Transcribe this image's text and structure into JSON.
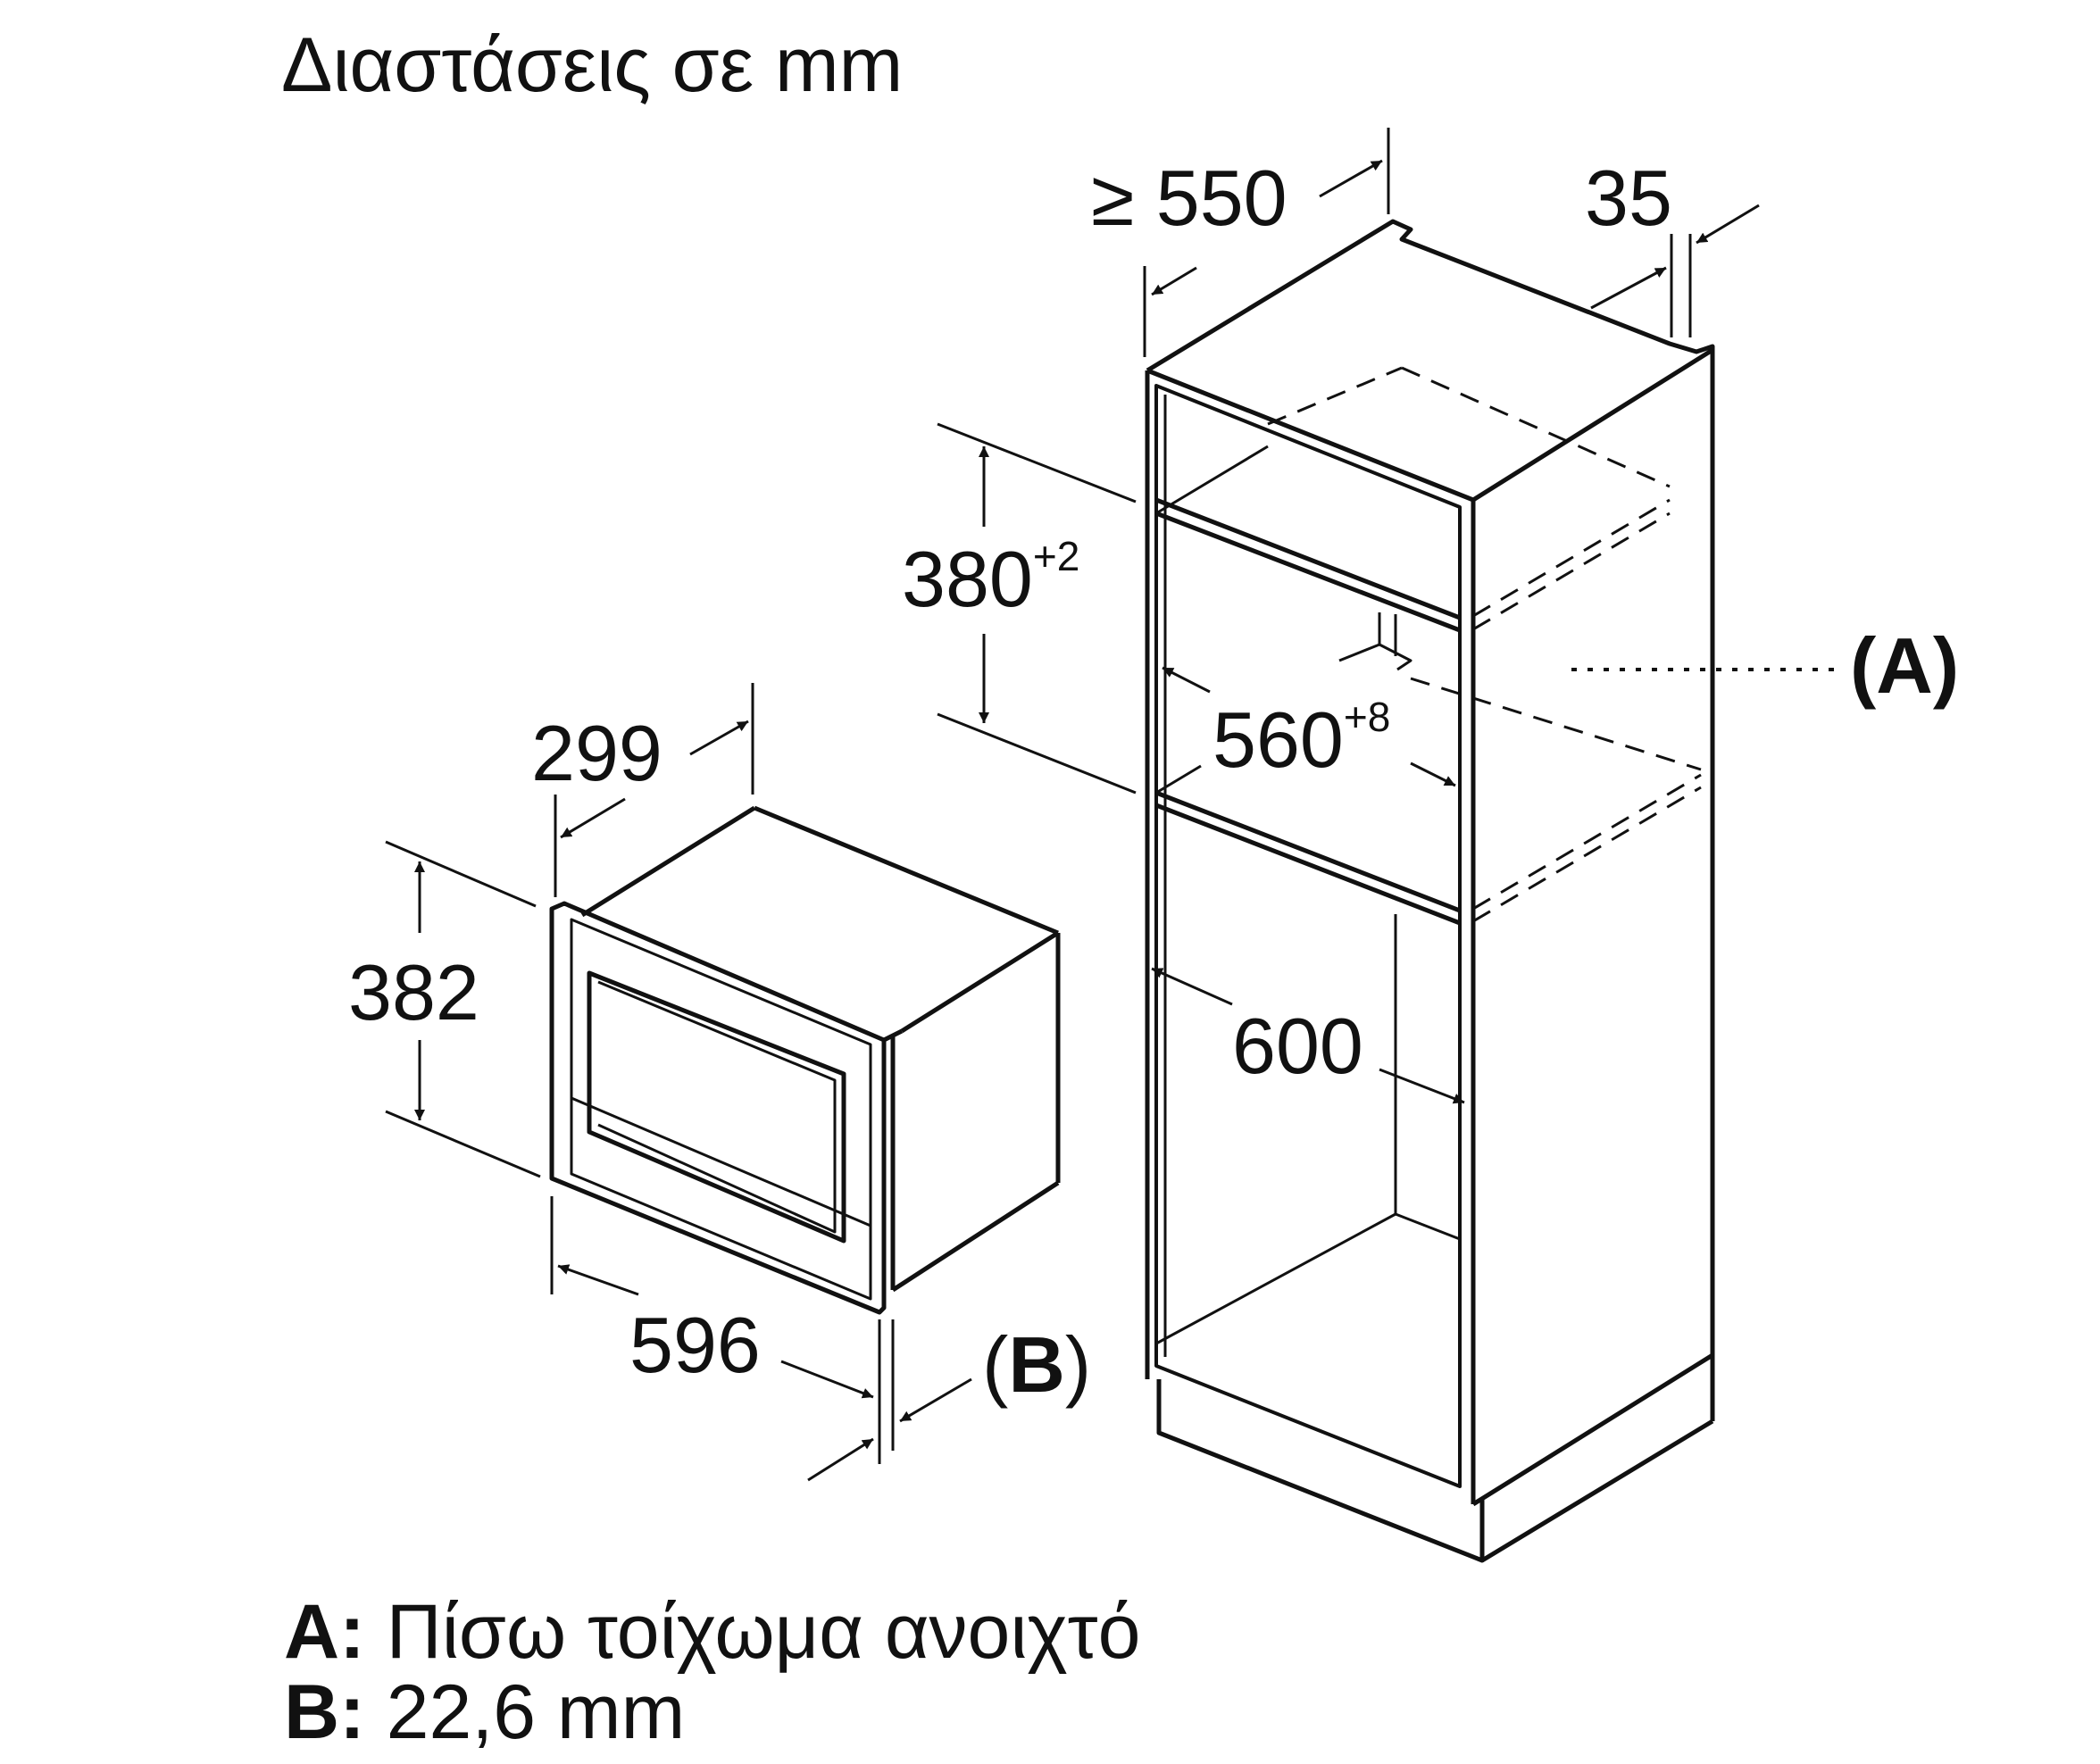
{
  "header": {
    "title": "Διαστάσεις σε mm"
  },
  "dimensions": {
    "cabinet_depth": {
      "value": "≥ 550"
    },
    "side_panel": {
      "value": "35"
    },
    "niche_height": {
      "value": "380",
      "tolerance": "+2"
    },
    "niche_width": {
      "value": "560",
      "tolerance": "+8"
    },
    "cabinet_width": {
      "value": "600"
    },
    "appliance_depth": {
      "value": "299"
    },
    "appliance_height": {
      "value": "382"
    },
    "appliance_width": {
      "value": "596"
    }
  },
  "markers": {
    "a": "(A)",
    "b_prefix": "(",
    "b_letter": "B",
    "b_suffix": ")",
    "a_letter": "A"
  },
  "legend": [
    {
      "key": "A:",
      "text": "Πίσω τοίχωμα ανοιχτό"
    },
    {
      "key": "B:",
      "text": "22,6 mm"
    }
  ]
}
